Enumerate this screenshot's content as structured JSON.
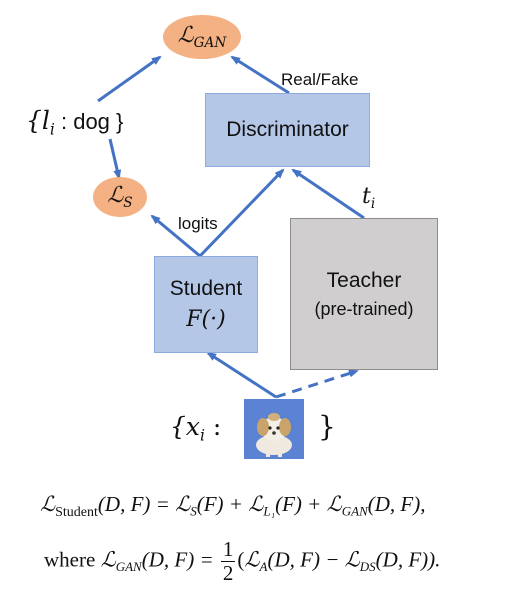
{
  "nodes": {
    "gan_loss": {
      "symbol": "ℒ",
      "sub": "GAN"
    },
    "student_loss": {
      "symbol": "ℒ",
      "sub": "S"
    },
    "discriminator": {
      "label": "Discriminator"
    },
    "student": {
      "label": "Student",
      "func": "F(·)"
    },
    "teacher": {
      "label": "Teacher",
      "sublabel": "(pre-trained)"
    }
  },
  "labels": {
    "real_fake": "Real/Fake",
    "logits": "logits",
    "teacher_output": "t",
    "teacher_output_sub": "i",
    "label_set": "{l",
    "label_set_sub": "i",
    "label_set_rest": " : dog }",
    "input_set": "{x",
    "input_set_sub": "i",
    "input_set_mid": " :",
    "input_set_close": "}"
  },
  "formulas": {
    "line1": {
      "lhs": "ℒ",
      "lhs_sub": "Student",
      "lhs_args": "(D, F) = ",
      "t1": "ℒ",
      "t1_sub": "S",
      "t1_args": "(F) + ",
      "t2": "ℒ",
      "t2_sub": "L₁",
      "t2_args": "(F) + ",
      "t3": "ℒ",
      "t3_sub": "GAN",
      "t3_args": "(D, F),"
    },
    "line2": {
      "prefix": "where ",
      "lhs": "ℒ",
      "lhs_sub": "GAN",
      "lhs_args": "(D, F) = ",
      "num": "1",
      "den": "2",
      "open": "(",
      "a": "ℒ",
      "a_sub": "A",
      "a_args": "(D, F) − ",
      "b": "ℒ",
      "b_sub": "DS",
      "b_args": "(D, F))."
    }
  },
  "colors": {
    "arrow": "#4472c4",
    "box_blue": "#b4c7e7",
    "box_gray": "#d0cece",
    "ellipse": "#f4b183"
  },
  "icons": {
    "input_image": "dog-photo"
  }
}
